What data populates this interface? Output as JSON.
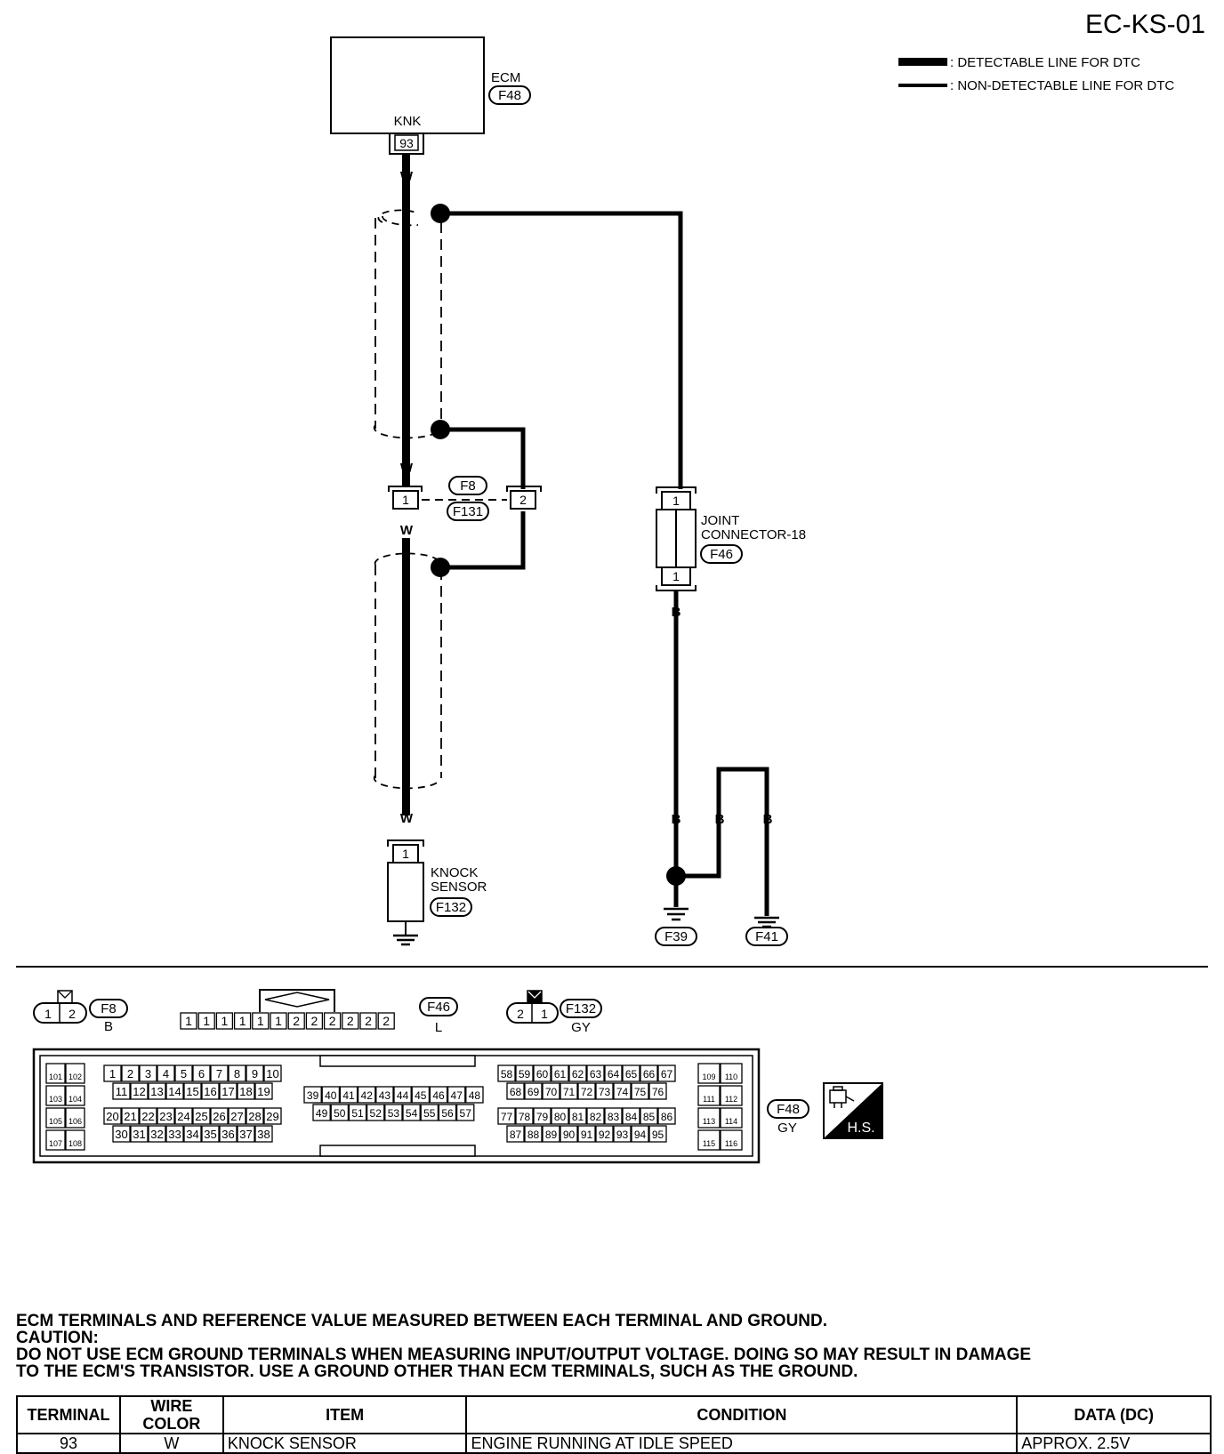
{
  "page": {
    "code": "EC-KS-01"
  },
  "legend": {
    "detectable": ": DETECTABLE LINE FOR DTC",
    "non_detectable": ": NON-DETECTABLE LINE FOR DTC"
  },
  "ecm": {
    "label": "ECM",
    "connector": "F48",
    "pin_name": "KNK",
    "pin": "93"
  },
  "wires": {
    "white": "W",
    "black": "B"
  },
  "inline_connector": {
    "upper": "F8",
    "lower": "F131",
    "pin_left": "1",
    "pin_right": "2"
  },
  "joint_connector": {
    "line1": "JOINT",
    "line2": "CONNECTOR-18",
    "connector": "F46",
    "pin_top": "1",
    "pin_bottom": "1"
  },
  "knock_sensor": {
    "line1": "KNOCK",
    "line2": "SENSOR",
    "connector": "F132",
    "pin": "1"
  },
  "grounds": {
    "g1": "F39",
    "g2": "F41"
  },
  "connector_views": {
    "f8": {
      "id": "F8",
      "color": "B",
      "pins": [
        "1",
        "2"
      ]
    },
    "f46": {
      "id": "F46",
      "color": "L",
      "pins": [
        "1",
        "1",
        "1",
        "1",
        "1",
        "1",
        "2",
        "2",
        "2",
        "2",
        "2",
        "2"
      ]
    },
    "f132": {
      "id": "F132",
      "color": "GY",
      "pins": [
        "2",
        "1"
      ]
    },
    "f48": {
      "id": "F48",
      "color": "GY"
    },
    "hs": "H.S."
  },
  "ecm_pin_groups": {
    "g1": {
      "rows": [
        [
          "101",
          "102"
        ],
        [
          "103",
          "104"
        ],
        [
          "105",
          "106"
        ],
        [
          "107",
          "108"
        ]
      ]
    },
    "g2": {
      "rows": [
        [
          "1",
          "2",
          "3",
          "4",
          "5",
          "6",
          "7",
          "8",
          "9",
          "10"
        ],
        [
          "11",
          "12",
          "13",
          "14",
          "15",
          "16",
          "17",
          "18",
          "19"
        ],
        [
          "20",
          "21",
          "22",
          "23",
          "24",
          "25",
          "26",
          "27",
          "28",
          "29"
        ],
        [
          "30",
          "31",
          "32",
          "33",
          "34",
          "35",
          "36",
          "37",
          "38"
        ]
      ]
    },
    "g3": {
      "rows": [
        [
          "39",
          "40",
          "41",
          "42",
          "43",
          "44",
          "45",
          "46",
          "47",
          "48"
        ],
        [
          "49",
          "50",
          "51",
          "52",
          "53",
          "54",
          "55",
          "56",
          "57"
        ]
      ]
    },
    "g4": {
      "rows": [
        [
          "58",
          "59",
          "60",
          "61",
          "62",
          "63",
          "64",
          "65",
          "66",
          "67"
        ],
        [
          "68",
          "69",
          "70",
          "71",
          "72",
          "73",
          "74",
          "75",
          "76"
        ],
        [
          "77",
          "78",
          "79",
          "80",
          "81",
          "82",
          "83",
          "84",
          "85",
          "86"
        ],
        [
          "87",
          "88",
          "89",
          "90",
          "91",
          "92",
          "93",
          "94",
          "95"
        ]
      ]
    },
    "g5": {
      "rows": [
        [
          "109",
          "110"
        ],
        [
          "111",
          "112"
        ],
        [
          "113",
          "114"
        ],
        [
          "115",
          "116"
        ]
      ]
    }
  },
  "notes": {
    "line1": "ECM TERMINALS AND REFERENCE VALUE MEASURED BETWEEN EACH TERMINAL AND GROUND.",
    "line2": "CAUTION:",
    "line3": "DO NOT USE ECM GROUND TERMINALS WHEN MEASURING INPUT/OUTPUT VOLTAGE. DOING SO MAY RESULT IN DAMAGE",
    "line4": "TO THE ECM'S TRANSISTOR. USE A GROUND OTHER THAN ECM TERMINALS, SUCH AS THE GROUND."
  },
  "table": {
    "headers": [
      "TERMINAL",
      "WIRE COLOR",
      "ITEM",
      "CONDITION",
      "DATA (DC)"
    ],
    "rows": [
      [
        "93",
        "W",
        "KNOCK SENSOR",
        "ENGINE RUNNING AT IDLE SPEED",
        "APPROX. 2.5V"
      ]
    ]
  }
}
